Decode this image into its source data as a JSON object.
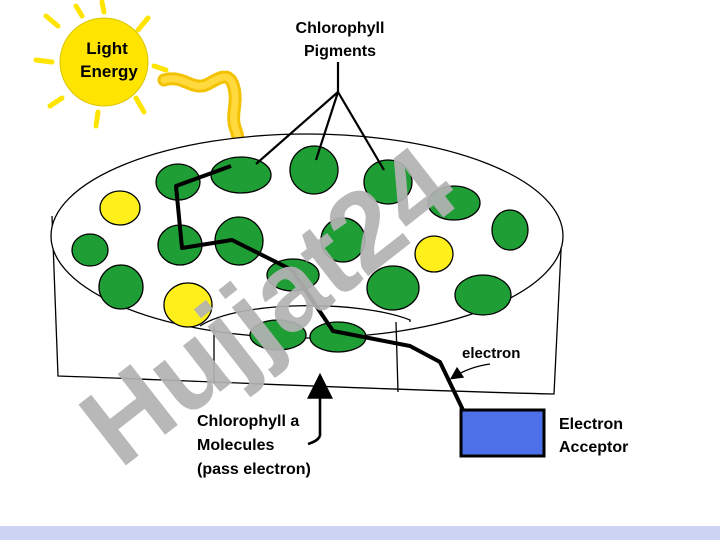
{
  "labels": {
    "light_line1": "Light",
    "light_line2": "Energy",
    "pigments_line1": "Chlorophyll",
    "pigments_line2": "Pigments",
    "electron": "electron",
    "chla_line1": "Chlorophyll a",
    "chla_line2": "Molecules",
    "chla_line3": "(pass electron)",
    "acceptor_line1": "Electron",
    "acceptor_line2": "Acceptor"
  },
  "watermark": "Hujjat24",
  "colors": {
    "sun": "#ffe400",
    "pigment_green": "#1f9e35",
    "pigment_yellow": "#ffef1a",
    "acceptor_blue": "#4d6fe8",
    "watermark_purple": "#c7bdf2",
    "watermark_gray": "#b3b3b3",
    "bottom_bar": "#cdd3f3"
  },
  "icons": {
    "sun": "sun-icon",
    "light_ray": "wavy-arrow-icon"
  }
}
